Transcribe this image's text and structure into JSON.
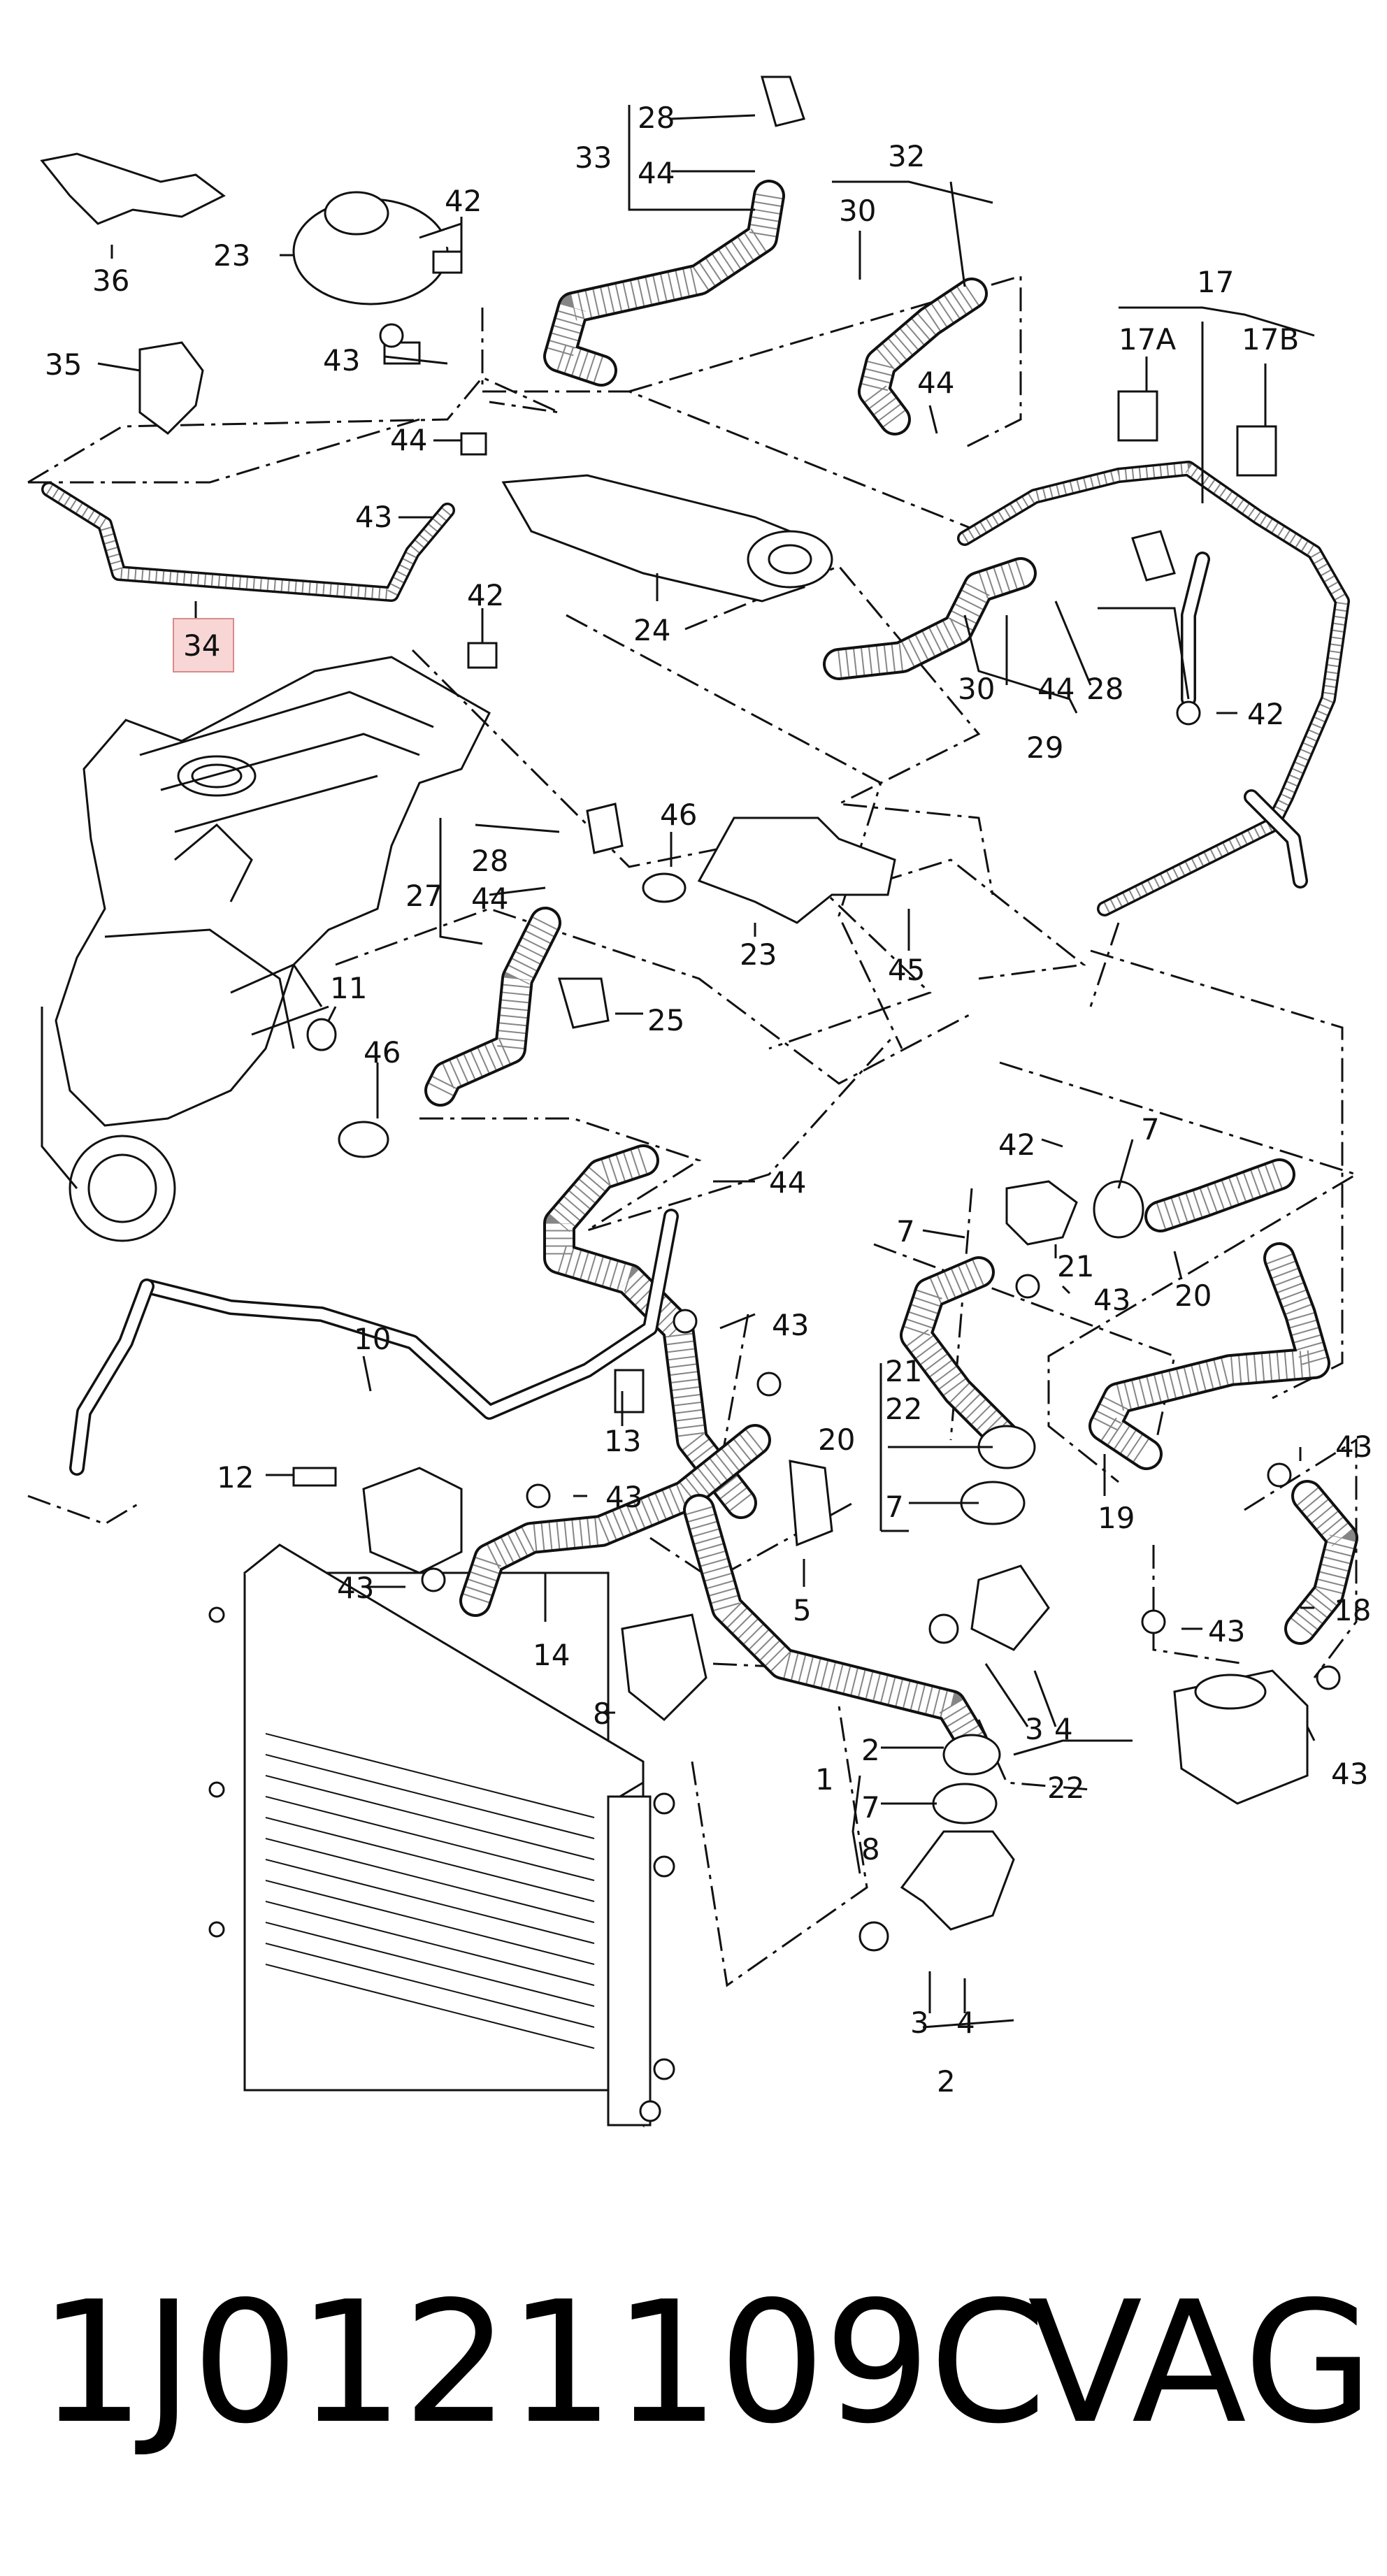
{
  "callouts": [
    {
      "id": "c28a",
      "text": "28"
    },
    {
      "id": "c33",
      "text": "33"
    },
    {
      "id": "c44a",
      "text": "44"
    },
    {
      "id": "c32",
      "text": "32"
    },
    {
      "id": "c30a",
      "text": "30"
    },
    {
      "id": "c44b",
      "text": "44"
    },
    {
      "id": "c17",
      "text": "17"
    },
    {
      "id": "c17a",
      "text": "17A"
    },
    {
      "id": "c17b",
      "text": "17B"
    },
    {
      "id": "c36",
      "text": "36"
    },
    {
      "id": "c23a",
      "text": "23"
    },
    {
      "id": "c42a",
      "text": "42"
    },
    {
      "id": "c43a",
      "text": "43"
    },
    {
      "id": "c35",
      "text": "35"
    },
    {
      "id": "c44c",
      "text": "44"
    },
    {
      "id": "c43b",
      "text": "43"
    },
    {
      "id": "c34",
      "text": "34"
    },
    {
      "id": "c24",
      "text": "24"
    },
    {
      "id": "c42b",
      "text": "42"
    },
    {
      "id": "c30b",
      "text": "30"
    },
    {
      "id": "c44d",
      "text": "44"
    },
    {
      "id": "c28b",
      "text": "28"
    },
    {
      "id": "c29",
      "text": "29"
    },
    {
      "id": "c42c",
      "text": "42"
    },
    {
      "id": "c28c",
      "text": "28"
    },
    {
      "id": "c27",
      "text": "27"
    },
    {
      "id": "c44e",
      "text": "44"
    },
    {
      "id": "c46a",
      "text": "46"
    },
    {
      "id": "c23b",
      "text": "23"
    },
    {
      "id": "c45",
      "text": "45"
    },
    {
      "id": "c25",
      "text": "25"
    },
    {
      "id": "c11",
      "text": "11"
    },
    {
      "id": "c46b",
      "text": "46"
    },
    {
      "id": "c44f",
      "text": "44"
    },
    {
      "id": "c42d",
      "text": "42"
    },
    {
      "id": "c7a",
      "text": "7"
    },
    {
      "id": "c7b",
      "text": "7"
    },
    {
      "id": "c21a",
      "text": "21"
    },
    {
      "id": "c43c",
      "text": "43"
    },
    {
      "id": "c20a",
      "text": "20"
    },
    {
      "id": "c10",
      "text": "10"
    },
    {
      "id": "c43d",
      "text": "43"
    },
    {
      "id": "c13",
      "text": "13"
    },
    {
      "id": "c21b",
      "text": "21"
    },
    {
      "id": "c22a",
      "text": "22"
    },
    {
      "id": "c20b",
      "text": "20"
    },
    {
      "id": "c7c",
      "text": "7"
    },
    {
      "id": "c19",
      "text": "19"
    },
    {
      "id": "c43e",
      "text": "43"
    },
    {
      "id": "c12",
      "text": "12"
    },
    {
      "id": "c43f",
      "text": "43"
    },
    {
      "id": "c5",
      "text": "5"
    },
    {
      "id": "c43g",
      "text": "43"
    },
    {
      "id": "c14",
      "text": "14"
    },
    {
      "id": "c43h",
      "text": "43"
    },
    {
      "id": "c18",
      "text": "18"
    },
    {
      "id": "c8a",
      "text": "8"
    },
    {
      "id": "c3a",
      "text": "3"
    },
    {
      "id": "c4a",
      "text": "4"
    },
    {
      "id": "c43i",
      "text": "43"
    },
    {
      "id": "c2a",
      "text": "2"
    },
    {
      "id": "c1",
      "text": "1"
    },
    {
      "id": "c7d",
      "text": "7"
    },
    {
      "id": "c22b",
      "text": "22"
    },
    {
      "id": "c8b",
      "text": "8"
    },
    {
      "id": "c3b",
      "text": "3"
    },
    {
      "id": "c4b",
      "text": "4"
    },
    {
      "id": "c2b",
      "text": "2"
    }
  ],
  "highlight": {
    "callout": "34",
    "color": "#f8d6d6"
  },
  "footer": {
    "part_number": "1J0121109C",
    "brand": "VAG"
  }
}
